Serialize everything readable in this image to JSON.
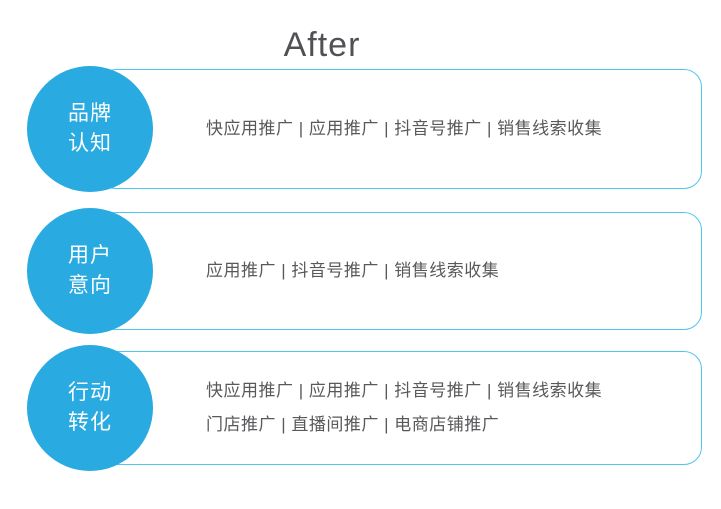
{
  "title": "After",
  "colors": {
    "circle_fill": "#29abe2",
    "box_border": "#4ec6ee",
    "box_bg": "#ffffff",
    "stage_text": "#ffffff",
    "channel_text": "#58595b",
    "title_text": "#515155"
  },
  "rows": [
    {
      "stage_lines": [
        "品牌",
        "认知"
      ],
      "channel_lines": [
        "快应用推广 | 应用推广 | 抖音号推广 | 销售线索收集"
      ]
    },
    {
      "stage_lines": [
        "用户",
        "意向"
      ],
      "channel_lines": [
        "应用推广 | 抖音号推广 | 销售线索收集"
      ]
    },
    {
      "stage_lines": [
        "行动",
        "转化"
      ],
      "channel_lines": [
        "快应用推广 | 应用推广 | 抖音号推广 | 销售线索收集",
        "门店推广 | 直播间推广 | 电商店铺推广"
      ]
    }
  ]
}
